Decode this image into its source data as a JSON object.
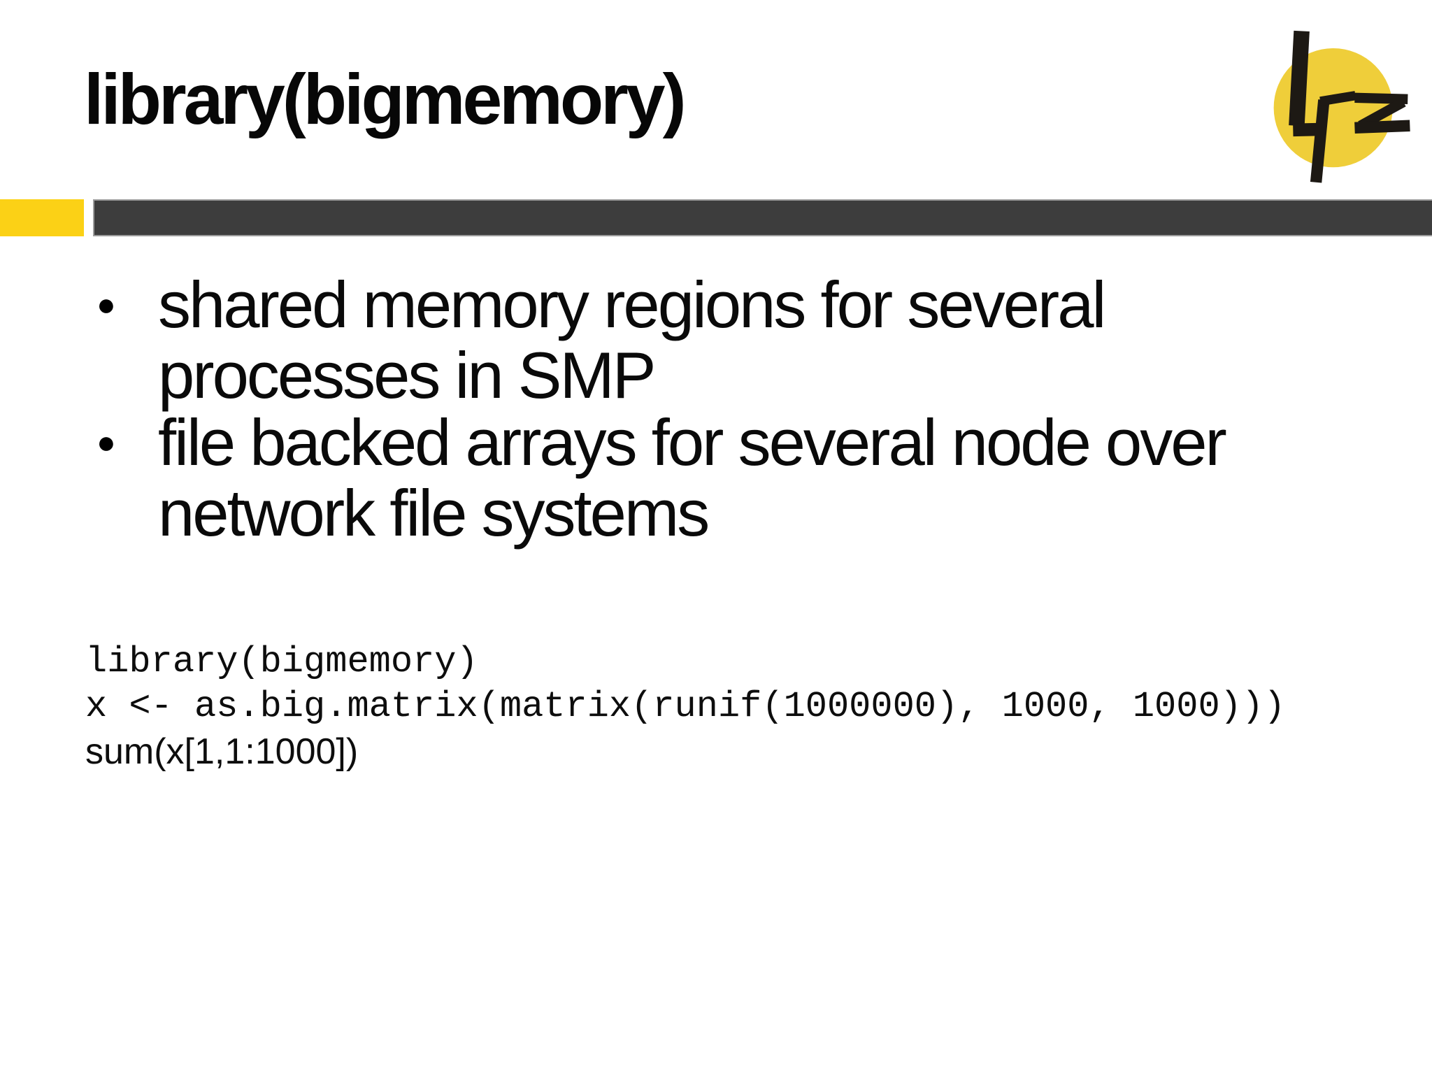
{
  "slide": {
    "title": "library(bigmemory)",
    "bullet_glyph": "●",
    "bullets": [
      {
        "lines": [
          "shared memory regions for several",
          "processes in SMP"
        ]
      },
      {
        "lines": [
          "file backed arrays for several node over",
          "network file systems"
        ]
      }
    ],
    "code_lines": [
      "library(bigmemory)",
      "x <- as.big.matrix(matrix(runif(1000000), 1000, 1000)))"
    ],
    "code_result_line": "sum(x[1,1:1000])",
    "logo": {
      "text": "lrz"
    },
    "colors": {
      "accent_yellow": "#FBD116",
      "logo_yellow": "#EFCE3A",
      "divider_dark": "#3D3D3D",
      "text_black": "#0A0A0A"
    }
  }
}
